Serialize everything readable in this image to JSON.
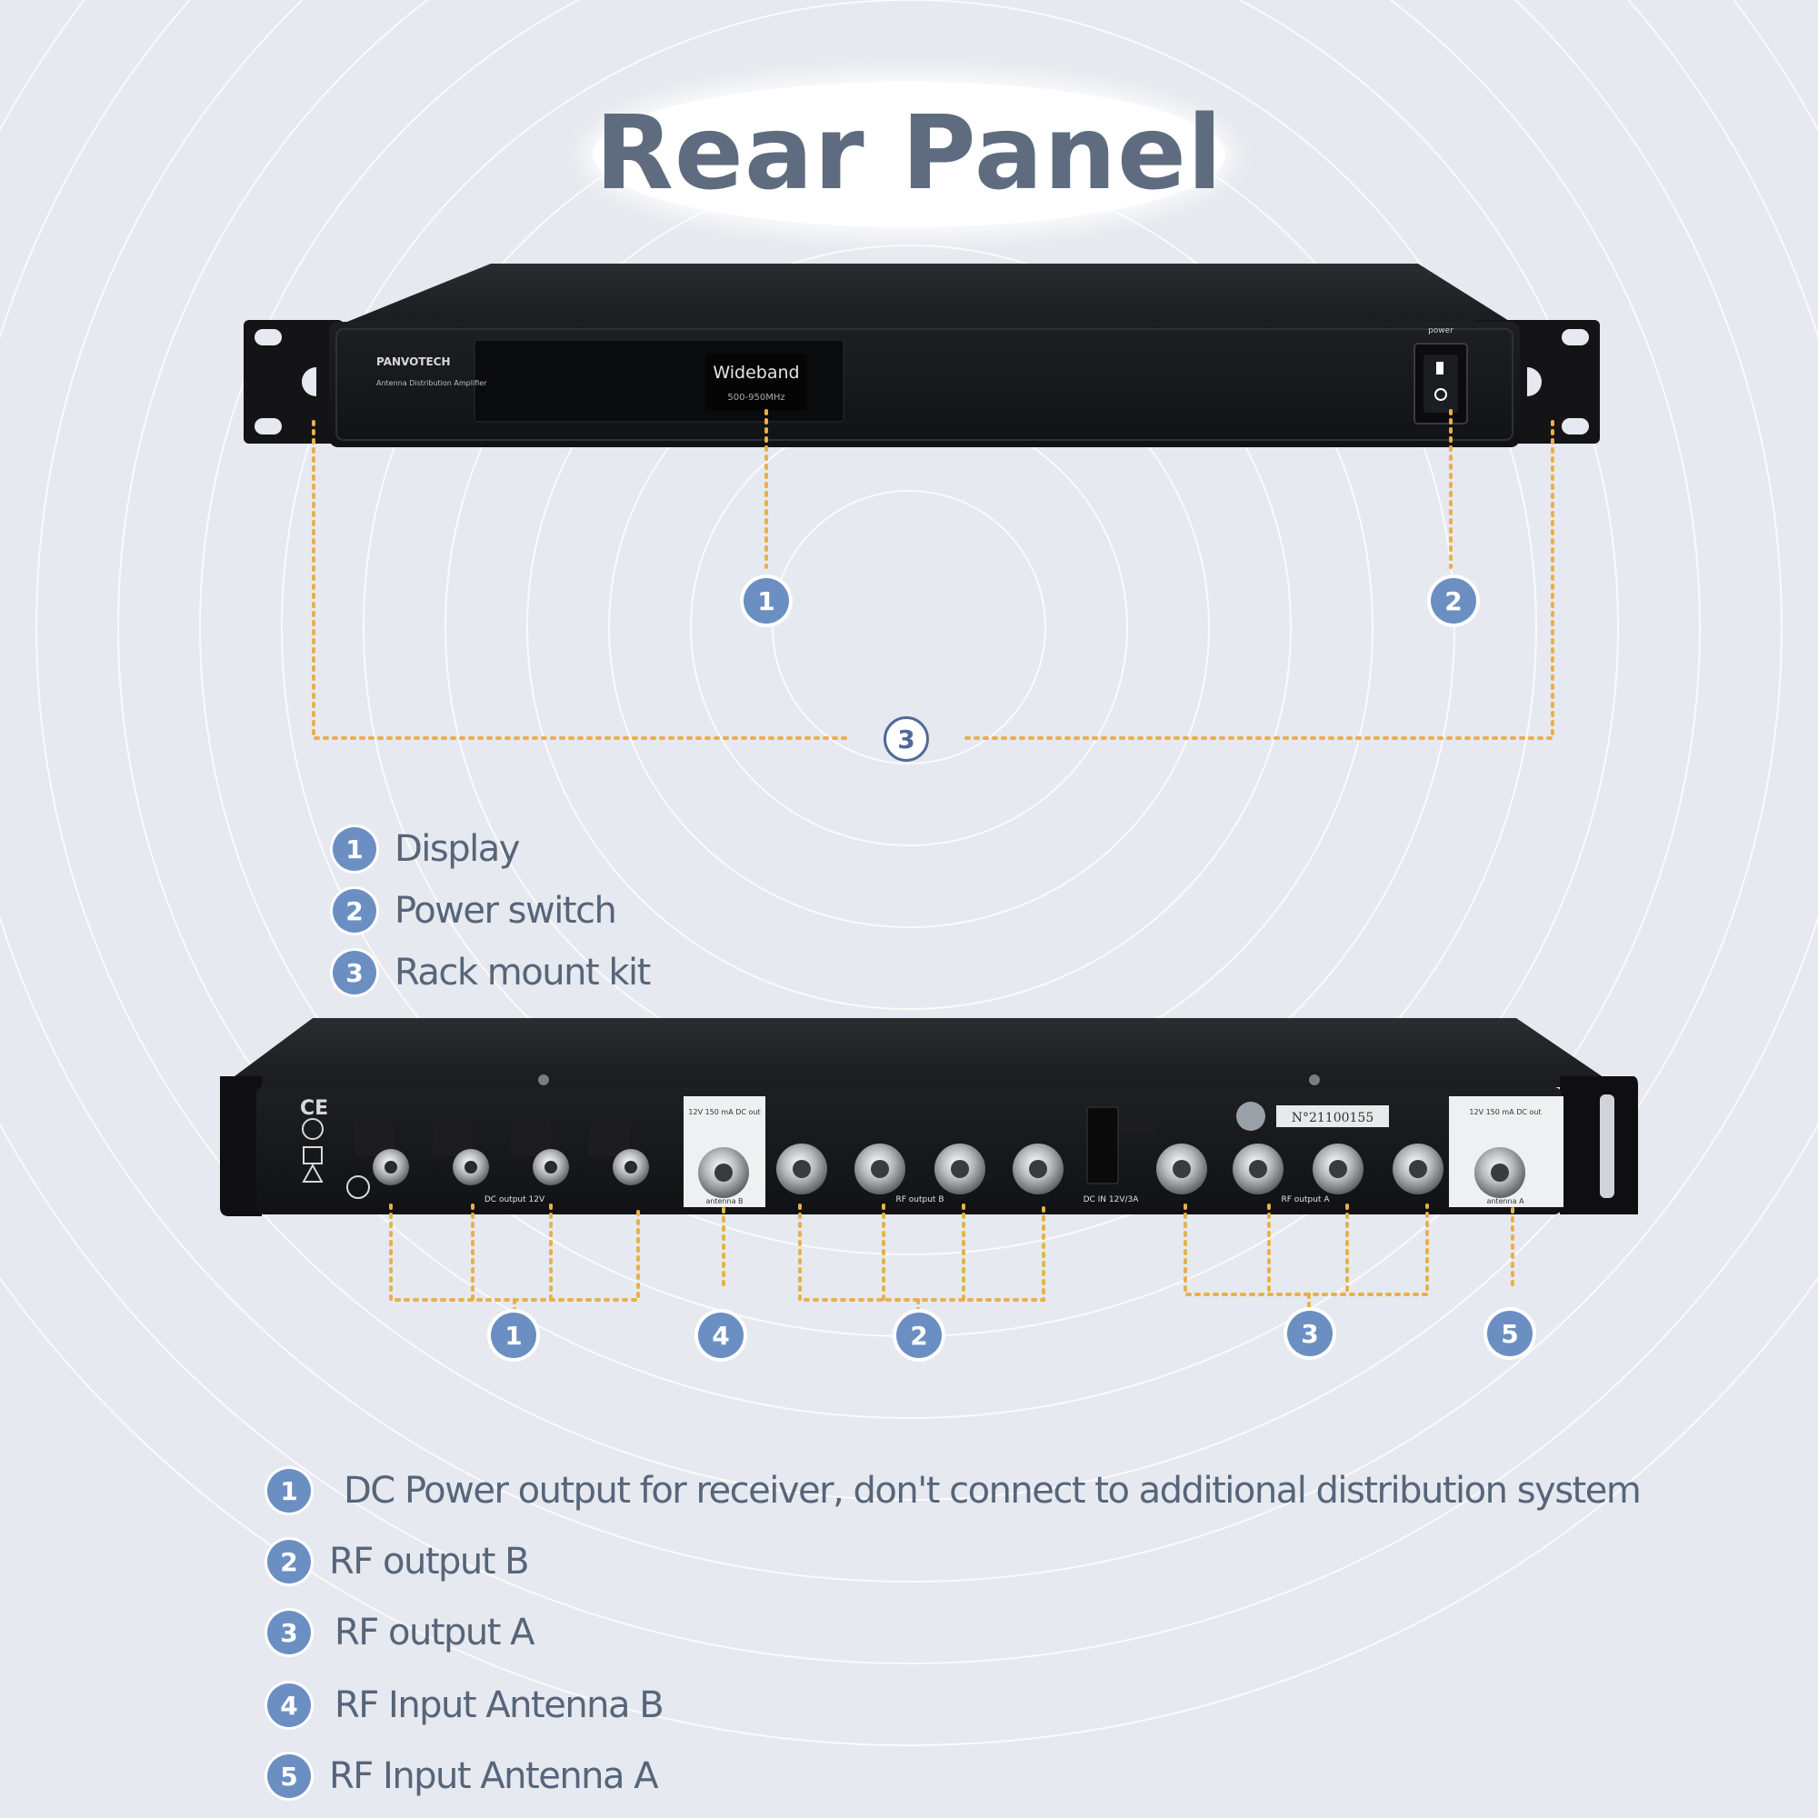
{
  "title": "Rear Panel",
  "front_panel": {
    "brand": "PANVOTECH",
    "product": "Antenna Distribution Amplifier",
    "display_main": "Wideband",
    "display_sub": "500-950MHz",
    "power_label": "power",
    "callouts": [
      "1",
      "2",
      "3"
    ],
    "legend": [
      {
        "num": "1",
        "label": "Display"
      },
      {
        "num": "2",
        "label": "Power switch"
      },
      {
        "num": "3",
        "label": "Rack mount kit"
      }
    ]
  },
  "rear_panel": {
    "dc_output_label": "DC output 12V",
    "rf_output_b_label": "RF output B",
    "rf_output_a_label": "RF output A",
    "dc_in_label": "DC IN 12V/3A",
    "antenna_b_spec": "12V 150 mA DC out",
    "antenna_b_label": "antenna B",
    "antenna_a_spec": "12V 150 mA DC out",
    "antenna_a_label": "antenna A",
    "serial": "N°21100155",
    "callouts": [
      "1",
      "4",
      "2",
      "3",
      "5"
    ],
    "legend": [
      {
        "num": "1",
        "label": "DC Power output for receiver, don't connect to additional distribution system"
      },
      {
        "num": "2",
        "label": "RF output B"
      },
      {
        "num": "3",
        "label": "RF output A"
      },
      {
        "num": "4",
        "label": "RF Input Antenna B"
      },
      {
        "num": "5",
        "label": "RF Input Antenna A"
      }
    ]
  },
  "colors": {
    "background": "#e6e9ef",
    "badge": "#6b8fc2",
    "leader_line": "#e8b04a",
    "text": "#56657a",
    "title": "#5f6c80",
    "chassis": "#1b1b1d"
  }
}
